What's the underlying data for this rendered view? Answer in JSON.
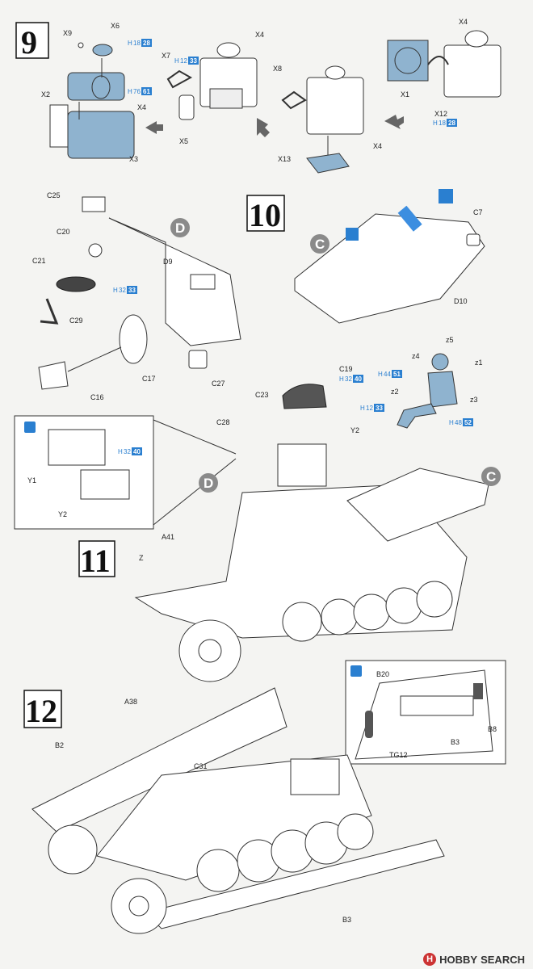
{
  "steps": [
    "9",
    "10",
    "11",
    "12"
  ],
  "location_markers": [
    "D",
    "C",
    "C",
    "D"
  ],
  "paint_refs": [
    {
      "h": "18",
      "n": "28"
    },
    {
      "h": "76",
      "n": "61"
    },
    {
      "h": "12",
      "n": "33"
    },
    {
      "h": "18",
      "n": "28"
    },
    {
      "h": "32",
      "n": "33"
    },
    {
      "h": "32",
      "n": "40"
    },
    {
      "h": "44",
      "n": "51"
    },
    {
      "h": "12",
      "n": "33"
    },
    {
      "h": "48",
      "n": "52"
    },
    {
      "h": "32",
      "n": "40"
    }
  ],
  "paint_prefix": "H",
  "parts": {
    "s9": [
      "X9",
      "X6",
      "X2",
      "X4",
      "X3",
      "X7",
      "X5",
      "X4",
      "X8",
      "X4",
      "X13",
      "X4",
      "X1",
      "X12"
    ],
    "s10": [
      "C25",
      "C20",
      "D9",
      "C21",
      "C29",
      "C17",
      "C16",
      "C27",
      "C7",
      "D10"
    ],
    "s11": [
      "z5",
      "z4",
      "z1",
      "z2",
      "z3",
      "C19",
      "C23",
      "C28",
      "Y2",
      "Y1",
      "Y2",
      "A41",
      "Z"
    ],
    "s12": [
      "A38",
      "B2",
      "C31",
      "B20",
      "B8",
      "B3",
      "TG12",
      "B3"
    ]
  },
  "watermark": {
    "brand": "HOBBY",
    "site": "SEARCH"
  },
  "colors": {
    "part_fill": "#8fb3cf",
    "paint_blue": "#2a7fd0",
    "marker_grey": "#8a8a8a",
    "highlight_blue": "#3c8ee0"
  }
}
